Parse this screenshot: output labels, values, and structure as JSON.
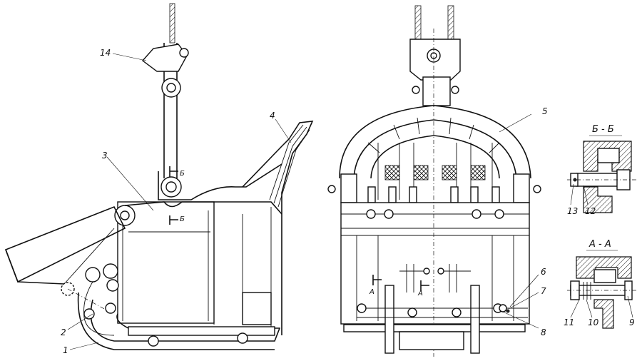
{
  "callouts": {
    "n1": "1",
    "n2": "2",
    "n3": "3",
    "n4": "4",
    "n5": "5",
    "n6": "6",
    "n7": "7",
    "n8": "8",
    "n9": "9",
    "n10": "10",
    "n11": "11",
    "n12": "12",
    "n13": "13",
    "n14": "14"
  },
  "section_marks": {
    "b": "Б",
    "a": "А",
    "title_bb": "Б - Б",
    "title_aa": "А - А"
  }
}
